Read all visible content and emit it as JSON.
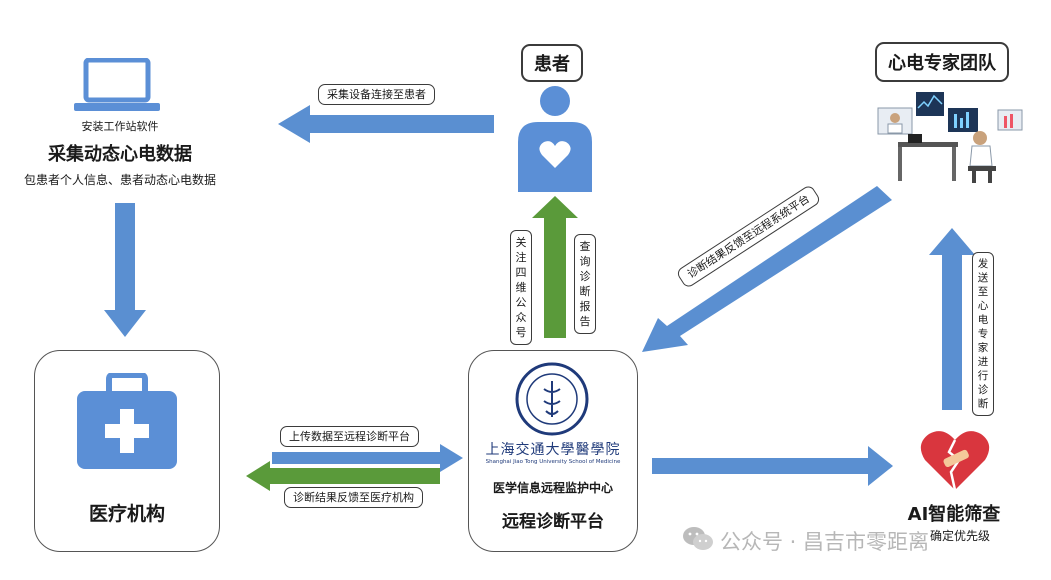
{
  "nodes": {
    "laptop": {
      "caption": "安装工作站软件",
      "title": "采集动态心电数据",
      "subtitle": "包患者个人信息、患者动态心电数据"
    },
    "patient": {
      "title": "患者"
    },
    "team": {
      "title": "心电专家团队"
    },
    "hospital": {
      "title": "医疗机构"
    },
    "platform": {
      "logo_text": "上海交通大學醫學院",
      "logo_sub": "Shanghai Jiao Tong University School of Medicine",
      "center": "医学信息远程监护中心",
      "title": "远程诊断平台"
    },
    "ai": {
      "title": "AI智能筛查",
      "subtitle": "确定优先级"
    }
  },
  "arrows": {
    "patient_to_laptop": "采集设备连接至患者",
    "follow": "关注四维公众号",
    "query": "查询诊断报告",
    "team_to_platform": "诊断结果反馈至远程系统平台",
    "ai_to_team": "发送至心电专家进行诊断",
    "upload": "上传数据至远程诊断平台",
    "feedback": "诊断结果反馈至医疗机构"
  },
  "watermark": "公众号 · 昌吉市零距离",
  "colors": {
    "blue_arrow": "#5a8fd1",
    "green_arrow": "#5a9a3a",
    "icon_blue": "#5b8fd6",
    "heart_red": "#d9363e"
  }
}
